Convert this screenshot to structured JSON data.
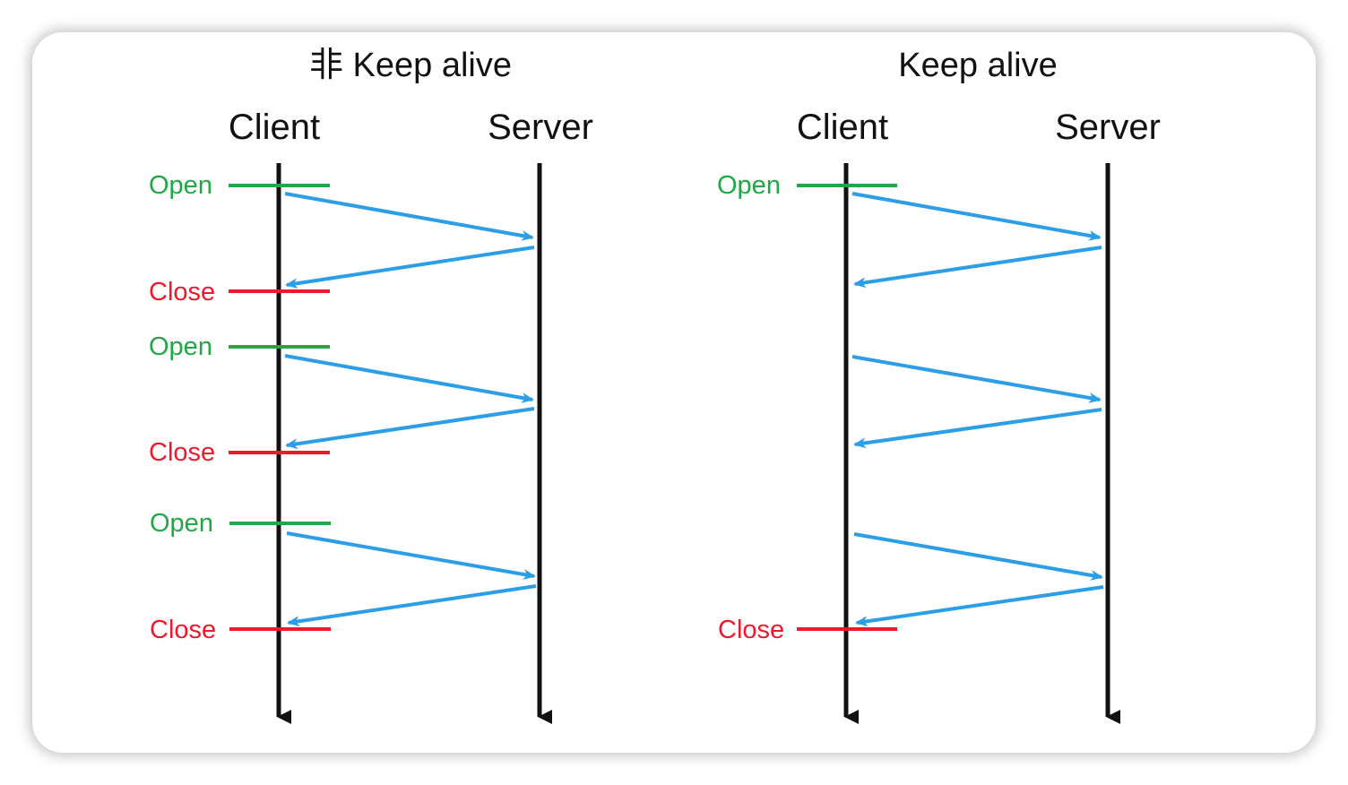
{
  "panels": [
    {
      "id": "non-keep-alive",
      "title": "非 Keep alive",
      "client_label": "Client",
      "server_label": "Server",
      "events": [
        {
          "type": "open",
          "label": "Open"
        },
        {
          "type": "close",
          "label": "Close"
        },
        {
          "type": "open",
          "label": "Open"
        },
        {
          "type": "close",
          "label": "Close"
        },
        {
          "type": "open",
          "label": "Open"
        },
        {
          "type": "close",
          "label": "Close"
        }
      ]
    },
    {
      "id": "keep-alive",
      "title": "Keep alive",
      "client_label": "Client",
      "server_label": "Server",
      "events": [
        {
          "type": "open",
          "label": "Open"
        },
        {
          "type": "close",
          "label": "Close"
        }
      ]
    }
  ],
  "colors": {
    "open": "#1fa845",
    "close": "#f0182a",
    "message": "#2c9ee8",
    "timeline": "#111111"
  }
}
